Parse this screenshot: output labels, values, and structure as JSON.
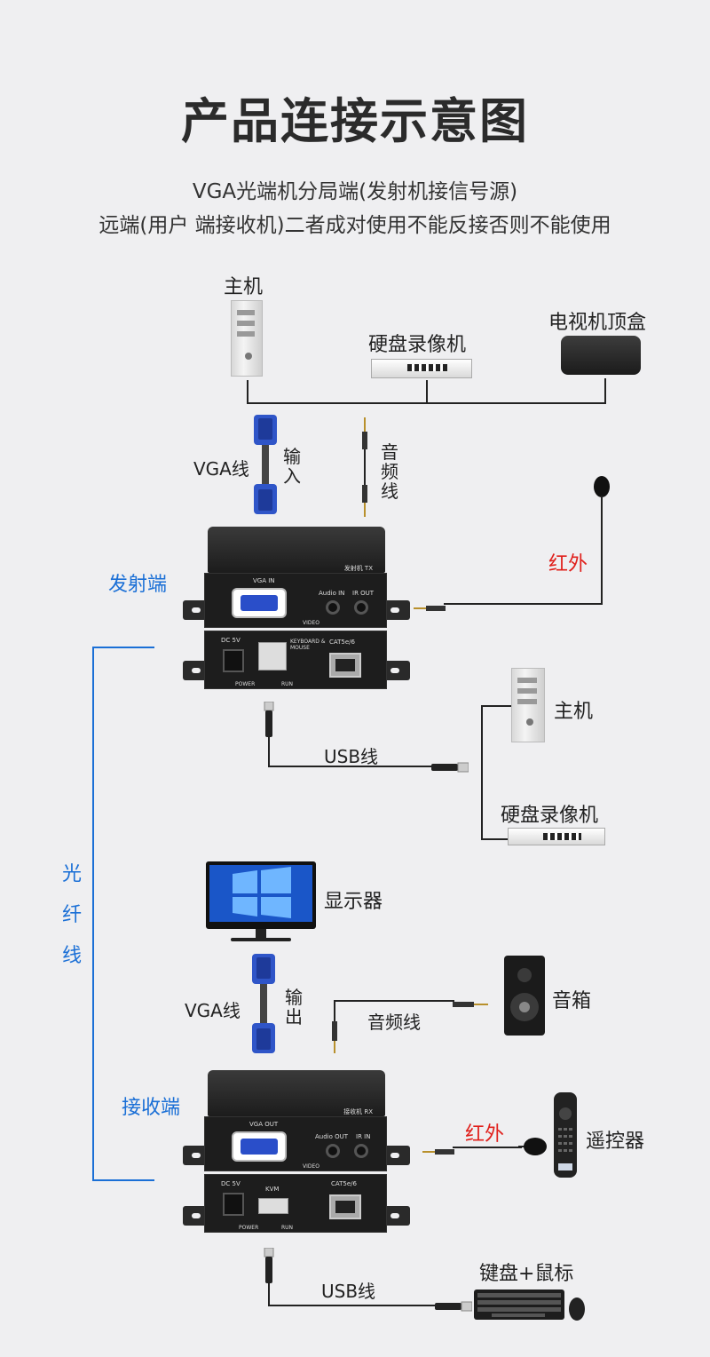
{
  "title": "产品连接示意图",
  "subtitle_line1": "VGA光端机分局端(发射机接信号源)",
  "subtitle_line2": "远端(用户 端接收机)二者成对使用不能反接否则不能使用",
  "top_sources": {
    "host": "主机",
    "nvr": "硬盘录像机",
    "stb": "电视机顶盒"
  },
  "tx_cables": {
    "vga": "VGA线",
    "input": "输入",
    "audio": "音频线"
  },
  "tx": {
    "label": "发射端",
    "ir_label": "红外",
    "panel_top": {
      "vga": "VGA IN",
      "audio": "Audio IN",
      "ir": "IR OUT",
      "video": "VIDEO",
      "tag": "发射机 TX"
    },
    "panel_bottom": {
      "dc": "DC 5V",
      "kbd": "KEYBOARD & MOUSE",
      "cat": "CAT5e/6",
      "power": "POWER",
      "run": "RUN"
    }
  },
  "usb_right": {
    "usb": "USB线",
    "host": "主机",
    "nvr": "硬盘录像机"
  },
  "fiber": "光纤线",
  "monitor": "显示器",
  "rx_cables": {
    "vga": "VGA线",
    "output": "输出",
    "audio": "音频线",
    "speaker": "音箱"
  },
  "rx": {
    "label": "接收端",
    "ir_label": "红外",
    "remote": "遥控器",
    "panel_top": {
      "vga": "VGA OUT",
      "audio": "Audio OUT",
      "ir": "IR IN",
      "video": "VIDEO",
      "tag": "接收机 RX"
    },
    "panel_bottom": {
      "dc": "DC 5V",
      "kvm": "KVM",
      "cat": "CAT5e/6",
      "power": "POWER",
      "run": "RUN"
    }
  },
  "bottom": {
    "usb": "USB线",
    "kbm": "键盘+鼠标"
  }
}
